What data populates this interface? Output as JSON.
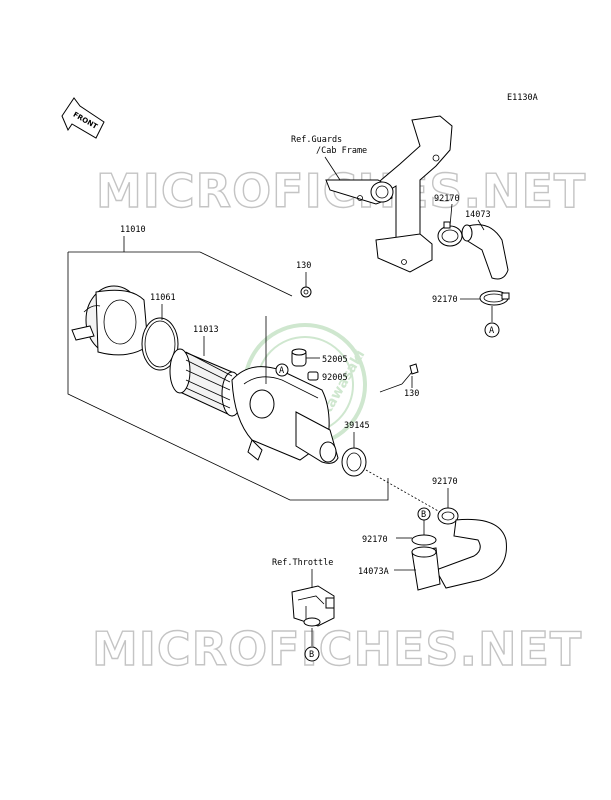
{
  "diagram_code": "E1130A",
  "front_label": "FRONT",
  "watermarks": [
    "MICROFICHES.NET",
    "MICROFICHES.NET"
  ],
  "brand_seal": "Kawasaki",
  "callouts": {
    "ref_guards_line1": "Ref.Guards",
    "ref_guards_line2": "/Cab Frame",
    "ref_throttle": "Ref.Throttle",
    "p11010": "11010",
    "p11061": "11061",
    "p11013": "11013",
    "p130_top": "130",
    "p130_right": "130",
    "p52005": "52005",
    "p92005": "92005",
    "p39145": "39145",
    "p92170_a": "92170",
    "p92170_b": "92170",
    "p92170_c": "92170",
    "p92170_d": "92170",
    "p14073": "14073",
    "p14073A": "14073A"
  },
  "markers": {
    "a_intake": "A",
    "a_hose": "A",
    "b_clamp": "B",
    "b_throttle": "B"
  }
}
